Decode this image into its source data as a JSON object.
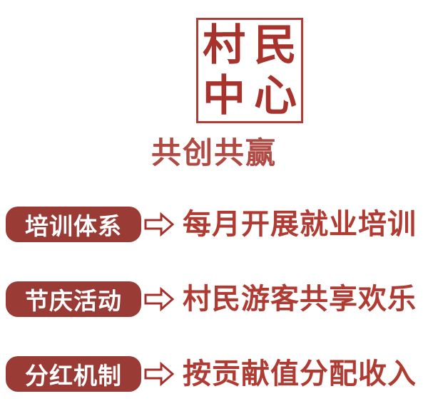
{
  "logo": {
    "characters": [
      "村",
      "民",
      "中",
      "心"
    ],
    "full_text": "村民中心",
    "border_color": "#b23b33",
    "char_color": "#a8332c"
  },
  "tagline": {
    "text": "共创共赢",
    "color": "#b04a42"
  },
  "rows": [
    {
      "badge_label": "培训体系",
      "arrow_icon": "arrow-right-outline-icon",
      "description": "每月开展就业培训"
    },
    {
      "badge_label": "节庆活动",
      "arrow_icon": "arrow-right-outline-icon",
      "description": "村民游客共享欢乐"
    },
    {
      "badge_label": "分红机制",
      "arrow_icon": "arrow-right-outline-icon",
      "description": "按贡献值分配收入"
    }
  ],
  "colors": {
    "badge_background": "#9b3b36",
    "badge_text": "#ffffff",
    "description_text": "#b03b33",
    "arrow_stroke": "#a8302a",
    "page_background": "#ffffff"
  }
}
